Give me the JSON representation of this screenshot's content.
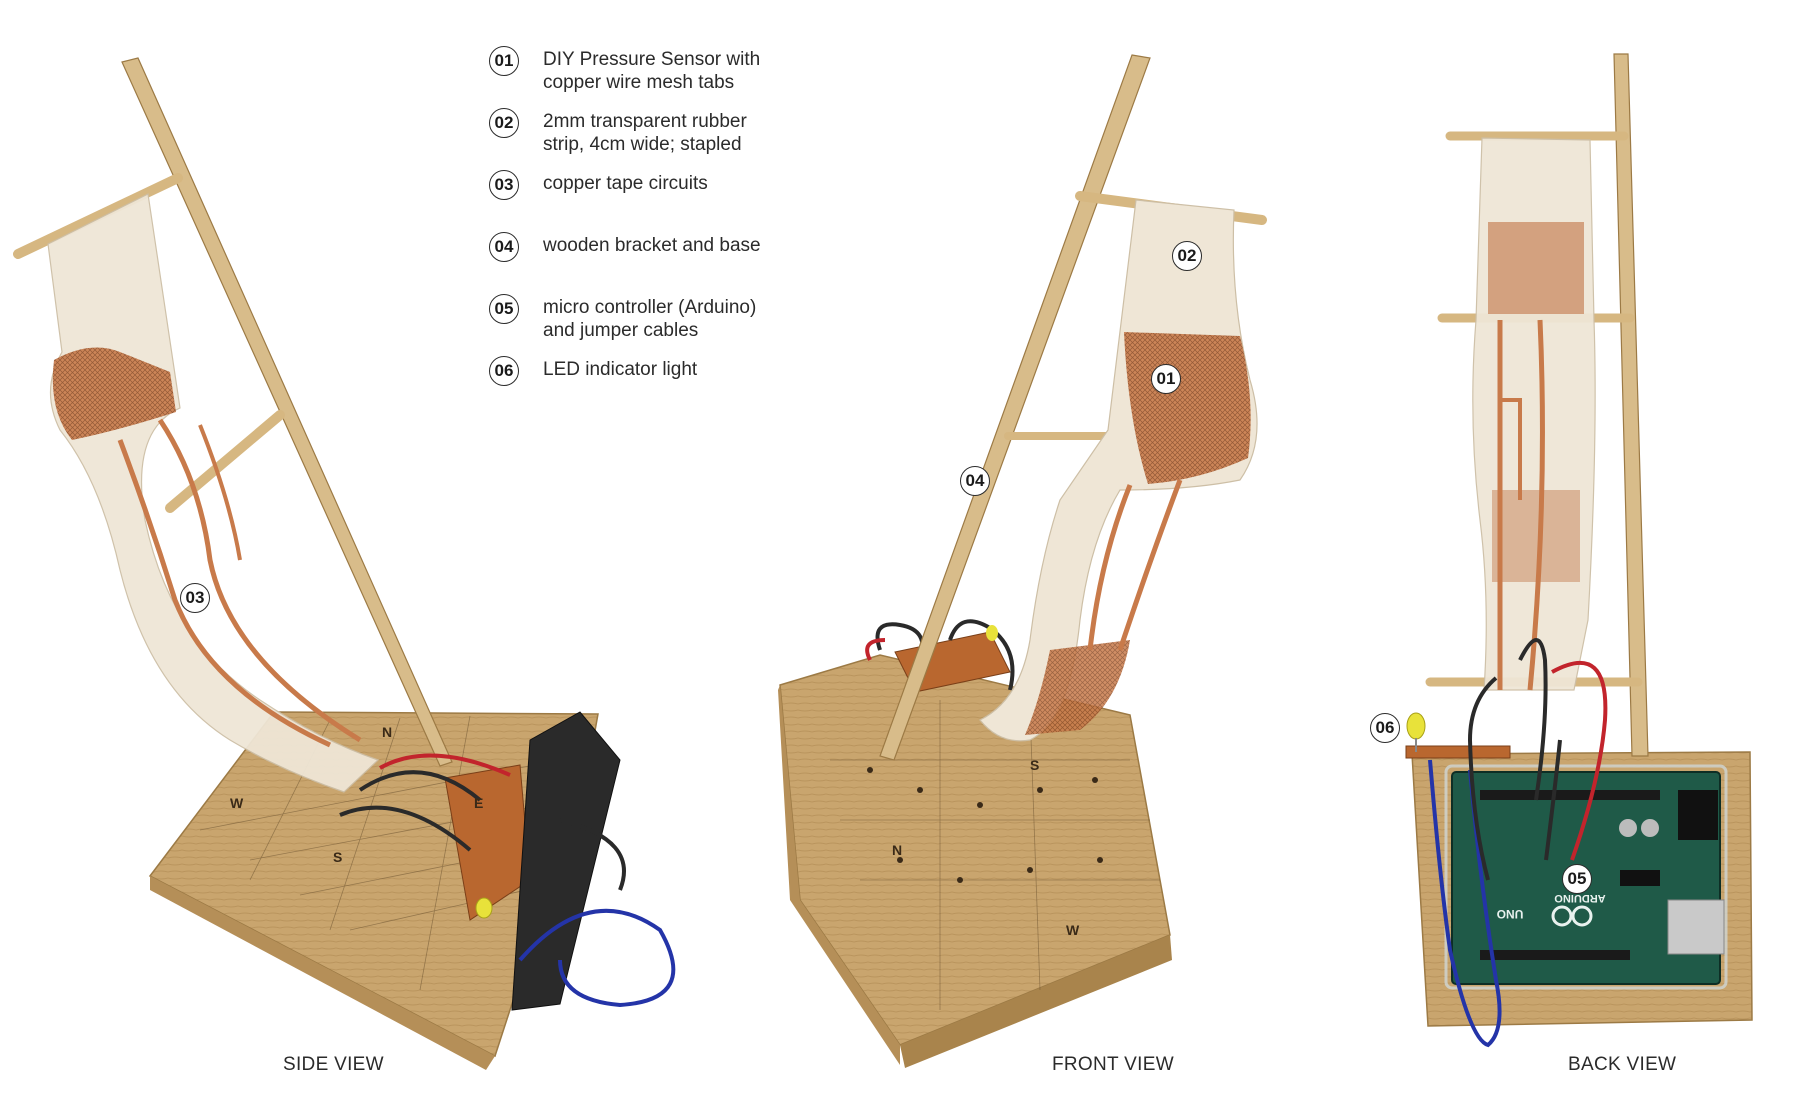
{
  "legend": [
    {
      "num": "01",
      "text": "DIY Pressure Sensor with copper wire mesh tabs"
    },
    {
      "num": "02",
      "text": "2mm transparent rubber strip, 4cm wide; stapled"
    },
    {
      "num": "03",
      "text": "copper tape circuits"
    },
    {
      "num": "04",
      "text": "wooden bracket and base"
    },
    {
      "num": "05",
      "text": "micro controller (Arduino) and jumper cables"
    },
    {
      "num": "06",
      "text": "LED indicator light"
    }
  ],
  "views": {
    "side": "SIDE VIEW",
    "front": "FRONT VIEW",
    "back": "BACK VIEW"
  },
  "callouts": {
    "side_03": "03",
    "front_02": "02",
    "front_01": "01",
    "front_04": "04",
    "back_06": "06",
    "back_05": "05"
  },
  "base_markings": {
    "side": [
      "N",
      "E",
      "S",
      "W"
    ],
    "front": [
      "S",
      "N",
      "W"
    ]
  },
  "board": {
    "brand": "ARDUINO",
    "model": "UNO"
  },
  "colors": {
    "wood": "#c9a56e",
    "wood_dark": "#a9844c",
    "rubber": "#efe6d6",
    "copper": "#c87a4a",
    "board_green": "#1f5a48",
    "wire_red": "#c2242c",
    "wire_blue": "#2434a8",
    "wire_black": "#2a2a2a",
    "led": "#e8e23a"
  }
}
